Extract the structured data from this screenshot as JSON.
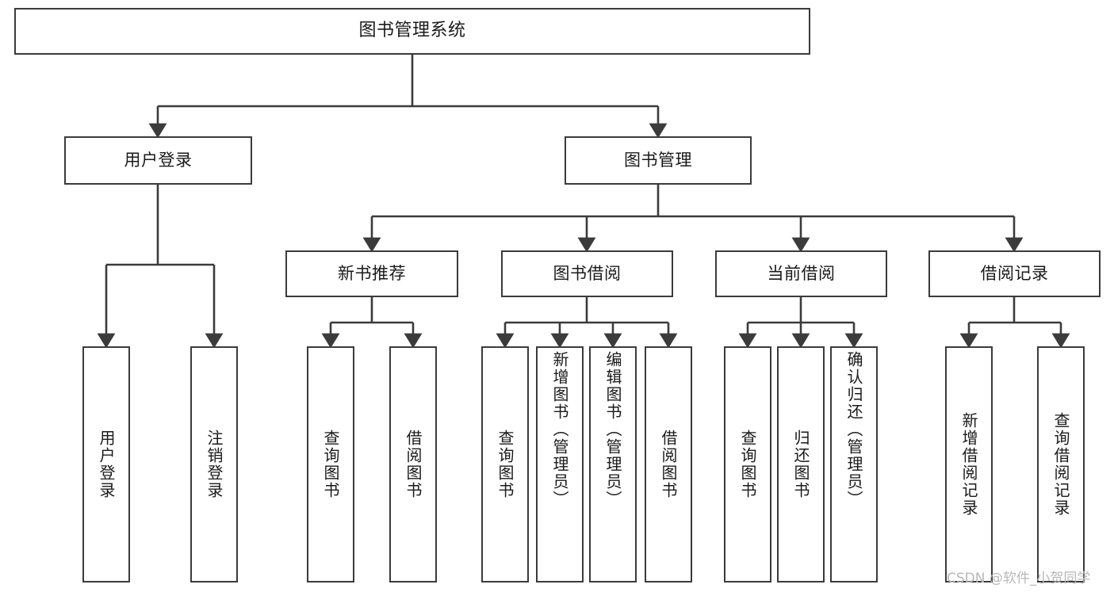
{
  "diagram": {
    "type": "tree",
    "title": "图书管理系统",
    "root": {
      "label": "图书管理系统"
    },
    "level1": [
      {
        "id": "user-login",
        "label": "用户登录"
      },
      {
        "id": "book-manage",
        "label": "图书管理"
      }
    ],
    "level2": [
      {
        "id": "new-book-rec",
        "label": "新书推荐",
        "parent": "book-manage"
      },
      {
        "id": "book-borrow",
        "label": "图书借阅",
        "parent": "book-manage"
      },
      {
        "id": "current-borrow",
        "label": "当前借阅",
        "parent": "book-manage"
      },
      {
        "id": "borrow-record",
        "label": "借阅记录",
        "parent": "book-manage"
      }
    ],
    "leaves": {
      "user_login": [
        {
          "id": "leaf-user-login",
          "label": "用户登录"
        },
        {
          "id": "leaf-user-logout",
          "label": "注销登录"
        }
      ],
      "new_book_rec": [
        {
          "id": "leaf-query-book-1",
          "label": "查询图书"
        },
        {
          "id": "leaf-borrow-book-1",
          "label": "借阅图书"
        }
      ],
      "book_borrow": [
        {
          "id": "leaf-query-book-2",
          "label": "查询图书"
        },
        {
          "id": "leaf-add-book",
          "label": "新增图书（管理员）"
        },
        {
          "id": "leaf-edit-book",
          "label": "编辑图书（管理员）"
        },
        {
          "id": "leaf-borrow-book-2",
          "label": "借阅图书"
        }
      ],
      "current_borrow": [
        {
          "id": "leaf-query-book-3",
          "label": "查询图书"
        },
        {
          "id": "leaf-return-book",
          "label": "归还图书"
        },
        {
          "id": "leaf-confirm-return",
          "label": "确认归还（管理员）"
        }
      ],
      "borrow_record": [
        {
          "id": "leaf-add-record",
          "label": "新增借阅记录"
        },
        {
          "id": "leaf-query-record",
          "label": "查询借阅记录"
        }
      ]
    },
    "colors": {
      "stroke": "#3b3b3b",
      "box_fill": "#ffffff",
      "text": "#1a1a1a",
      "background": "#ffffff",
      "watermark": "#b8b8b8"
    }
  },
  "watermark": {
    "text": "CSDN @软件_小贺同学"
  }
}
